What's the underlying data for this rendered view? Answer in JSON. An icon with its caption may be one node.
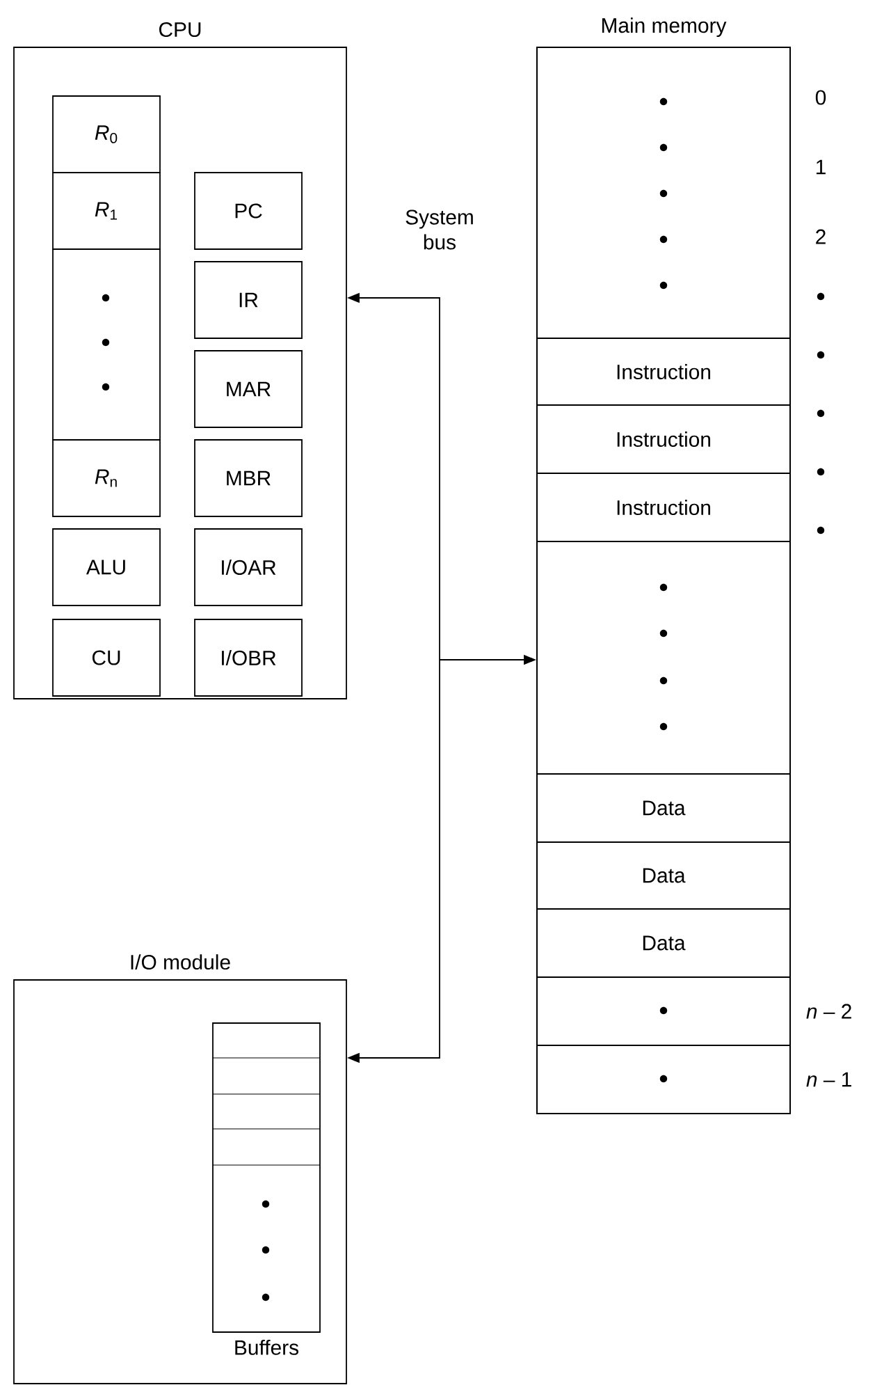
{
  "diagram": {
    "nodes": [
      {
        "text": [
          "CPU"
        ]
      },
      {
        "text": [
          "*R*$_{0}$"
        ],
        "in": 0
      },
      {
        "text": [
          "*R*$_{1}$"
        ],
        "in": 0
      },
      {
        "text": [],
        "shape": "box",
        "in": 0
      },
      {
        "text": [
          "*R*$_{n}$"
        ],
        "in": 0
      },
      {
        "text": [
          "PC"
        ],
        "in": 0
      },
      {
        "text": [
          "IR"
        ],
        "in": 0
      },
      {
        "text": [
          "MAR"
        ],
        "in": 0
      },
      {
        "text": [
          "MBR"
        ],
        "in": 0
      },
      {
        "text": [
          "ALU"
        ],
        "in": 0
      },
      {
        "text": [
          "I/OAR"
        ],
        "in": 0
      },
      {
        "text": [
          "CU"
        ],
        "in": 0
      },
      {
        "text": [
          "I/OBR"
        ],
        "in": 0
      },
      {
        "text": [
          "Main memory"
        ]
      },
      {
        "text": [],
        "shape": "box",
        "in": 13
      },
      {
        "text": [
          "Instruction"
        ],
        "in": 13
      },
      {
        "text": [
          "Instruction"
        ],
        "in": 13
      },
      {
        "text": [
          "Instruction"
        ],
        "in": 13
      },
      {
        "text": [],
        "shape": "box",
        "in": 13
      },
      {
        "text": [
          "Data"
        ],
        "in": 13
      },
      {
        "text": [
          "Data"
        ],
        "in": 13
      },
      {
        "text": [
          "Data"
        ],
        "in": 13
      },
      {
        "text": [],
        "shape": "box",
        "in": 13,
        "beside": [
          "*n* – 2"
        ]
      },
      {
        "text": [],
        "shape": "box",
        "in": 13,
        "beside": [
          "*n* – 1"
        ]
      },
      {
        "text": [
          "I/O module"
        ]
      },
      {
        "text": [
          "Buffers"
        ],
        "in": 24
      }
    ],
    "edges": [
      {
        "from": null,
        "to": 0,
        "arrow": "to"
      },
      {
        "from": null,
        "to": 13,
        "arrow": "to"
      },
      {
        "from": null,
        "to": 24,
        "arrow": "to"
      }
    ],
    "labels": [
      "System bus",
      "0",
      "1",
      "2"
    ]
  }
}
